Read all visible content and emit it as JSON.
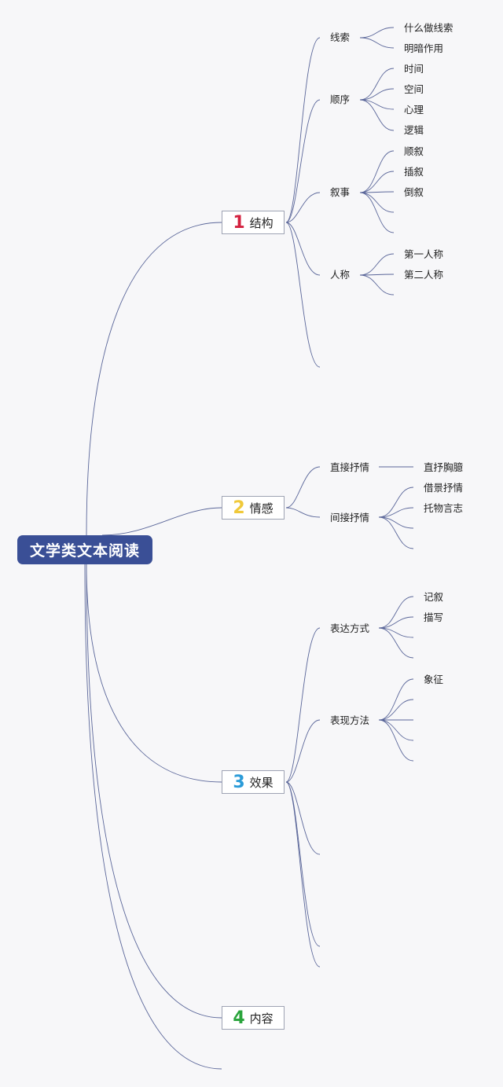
{
  "root": {
    "label": "文学类文本阅读"
  },
  "branches": [
    {
      "num": "1",
      "label": "结构",
      "color": "#d3213f"
    },
    {
      "num": "2",
      "label": "情感",
      "color": "#f0c93a"
    },
    {
      "num": "3",
      "label": "效果",
      "color": "#2b9bd8"
    },
    {
      "num": "4",
      "label": "内容",
      "color": "#2aa43c"
    }
  ],
  "structure": {
    "clue": {
      "label": "线索",
      "items": [
        "什么做线索",
        "明暗作用"
      ]
    },
    "order": {
      "label": "顺序",
      "items": [
        "时间",
        "空间",
        "心理",
        "逻辑"
      ]
    },
    "narration": {
      "label": "叙事",
      "items": [
        "顺叙",
        "插叙",
        "倒叙"
      ]
    },
    "person": {
      "label": "人称",
      "items": [
        "第一人称",
        "第二人称"
      ]
    }
  },
  "emotion": {
    "direct": {
      "label": "直接抒情",
      "items": [
        "直抒胸臆"
      ]
    },
    "indirect": {
      "label": "间接抒情",
      "items": [
        "借景抒情",
        "托物言志"
      ]
    }
  },
  "effect": {
    "expression": {
      "label": "表达方式",
      "items": [
        "记叙",
        "描写"
      ]
    },
    "technique": {
      "label": "表现方法",
      "items": [
        "象征"
      ]
    }
  },
  "line_color": "#5a6699"
}
